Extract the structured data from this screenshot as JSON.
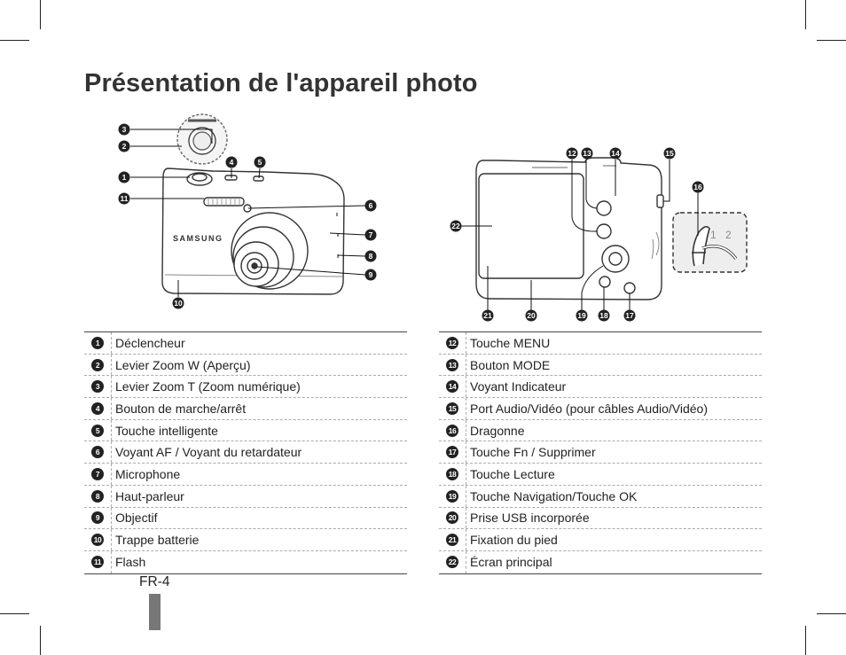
{
  "title": "Présentation de l'appareil photo",
  "footer": {
    "page_label": "FR-4"
  },
  "diagram": {
    "front_brand": "SAMSUNG",
    "strap_steps": [
      "1",
      "2"
    ]
  },
  "callouts": {
    "c1": "1",
    "c2": "2",
    "c3": "3",
    "c4": "4",
    "c5": "5",
    "c6": "6",
    "c7": "7",
    "c8": "8",
    "c9": "9",
    "c10": "10",
    "c11": "11",
    "c12": "12",
    "c13": "13",
    "c14": "14",
    "c15": "15",
    "c16": "16",
    "c17": "17",
    "c18": "18",
    "c19": "19",
    "c20": "20",
    "c21": "21",
    "c22": "22"
  },
  "left_table": [
    {
      "num": "1",
      "label": "Déclencheur"
    },
    {
      "num": "2",
      "label": "Levier Zoom W (Aperçu)"
    },
    {
      "num": "3",
      "label": "Levier Zoom T (Zoom numérique)"
    },
    {
      "num": "4",
      "label": "Bouton de marche/arrêt"
    },
    {
      "num": "5",
      "label": "Touche intelligente"
    },
    {
      "num": "6",
      "label": "Voyant AF / Voyant du retardateur"
    },
    {
      "num": "7",
      "label": "Microphone"
    },
    {
      "num": "8",
      "label": "Haut-parleur"
    },
    {
      "num": "9",
      "label": "Objectif"
    },
    {
      "num": "10",
      "label": "Trappe batterie"
    },
    {
      "num": "11",
      "label": "Flash"
    }
  ],
  "right_table": [
    {
      "num": "12",
      "label": "Touche MENU"
    },
    {
      "num": "13",
      "label": "Bouton MODE"
    },
    {
      "num": "14",
      "label": "Voyant Indicateur"
    },
    {
      "num": "15",
      "label": "Port Audio/Vidéo (pour câbles Audio/Vidéo)"
    },
    {
      "num": "16",
      "label": "Dragonne"
    },
    {
      "num": "17",
      "label": "Touche Fn / Supprimer"
    },
    {
      "num": "18",
      "label": "Touche Lecture"
    },
    {
      "num": "19",
      "label": "Touche Navigation/Touche OK"
    },
    {
      "num": "20",
      "label": "Prise USB incorporée"
    },
    {
      "num": "21",
      "label": "Fixation du pied"
    },
    {
      "num": "22",
      "label": "Écran principal"
    }
  ]
}
